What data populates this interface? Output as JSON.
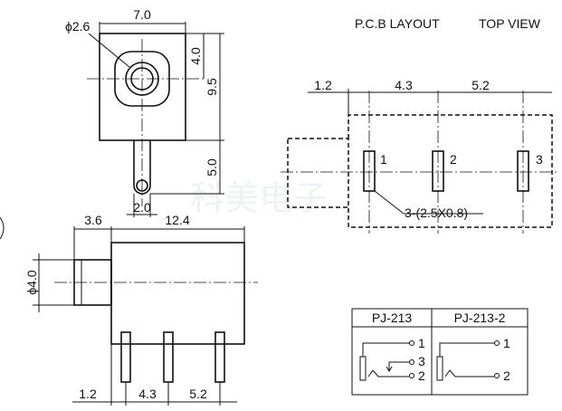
{
  "header": {
    "pcb_layout": "P.C.B LAYOUT",
    "top_view": "TOP VIEW"
  },
  "top_view": {
    "dim_hole": "ϕ2.6",
    "dim_width": "7.0",
    "dim_4": "4.0",
    "dim_9_5": "9.5",
    "dim_5": "5.0",
    "dim_2": "2.0"
  },
  "side_view": {
    "dim_3_6": "3.6",
    "dim_12_4": "12.4",
    "dim_dia4": "ϕ4.0",
    "dim_1_2": "1.2",
    "dim_4_3": "4.3",
    "dim_5_2": "5.2"
  },
  "pcb": {
    "dim_1_2": "1.2",
    "dim_4_3": "4.3",
    "dim_5_2": "5.2",
    "pad_labels": [
      "1",
      "2",
      "3"
    ],
    "pad_note": "3-(2.5X0.8)"
  },
  "schematic": {
    "models": [
      "PJ-213",
      "PJ-213-2"
    ],
    "left_pins": [
      "1",
      "3",
      "2"
    ],
    "right_pins": [
      "1",
      "2"
    ]
  },
  "watermark": "科美电子"
}
